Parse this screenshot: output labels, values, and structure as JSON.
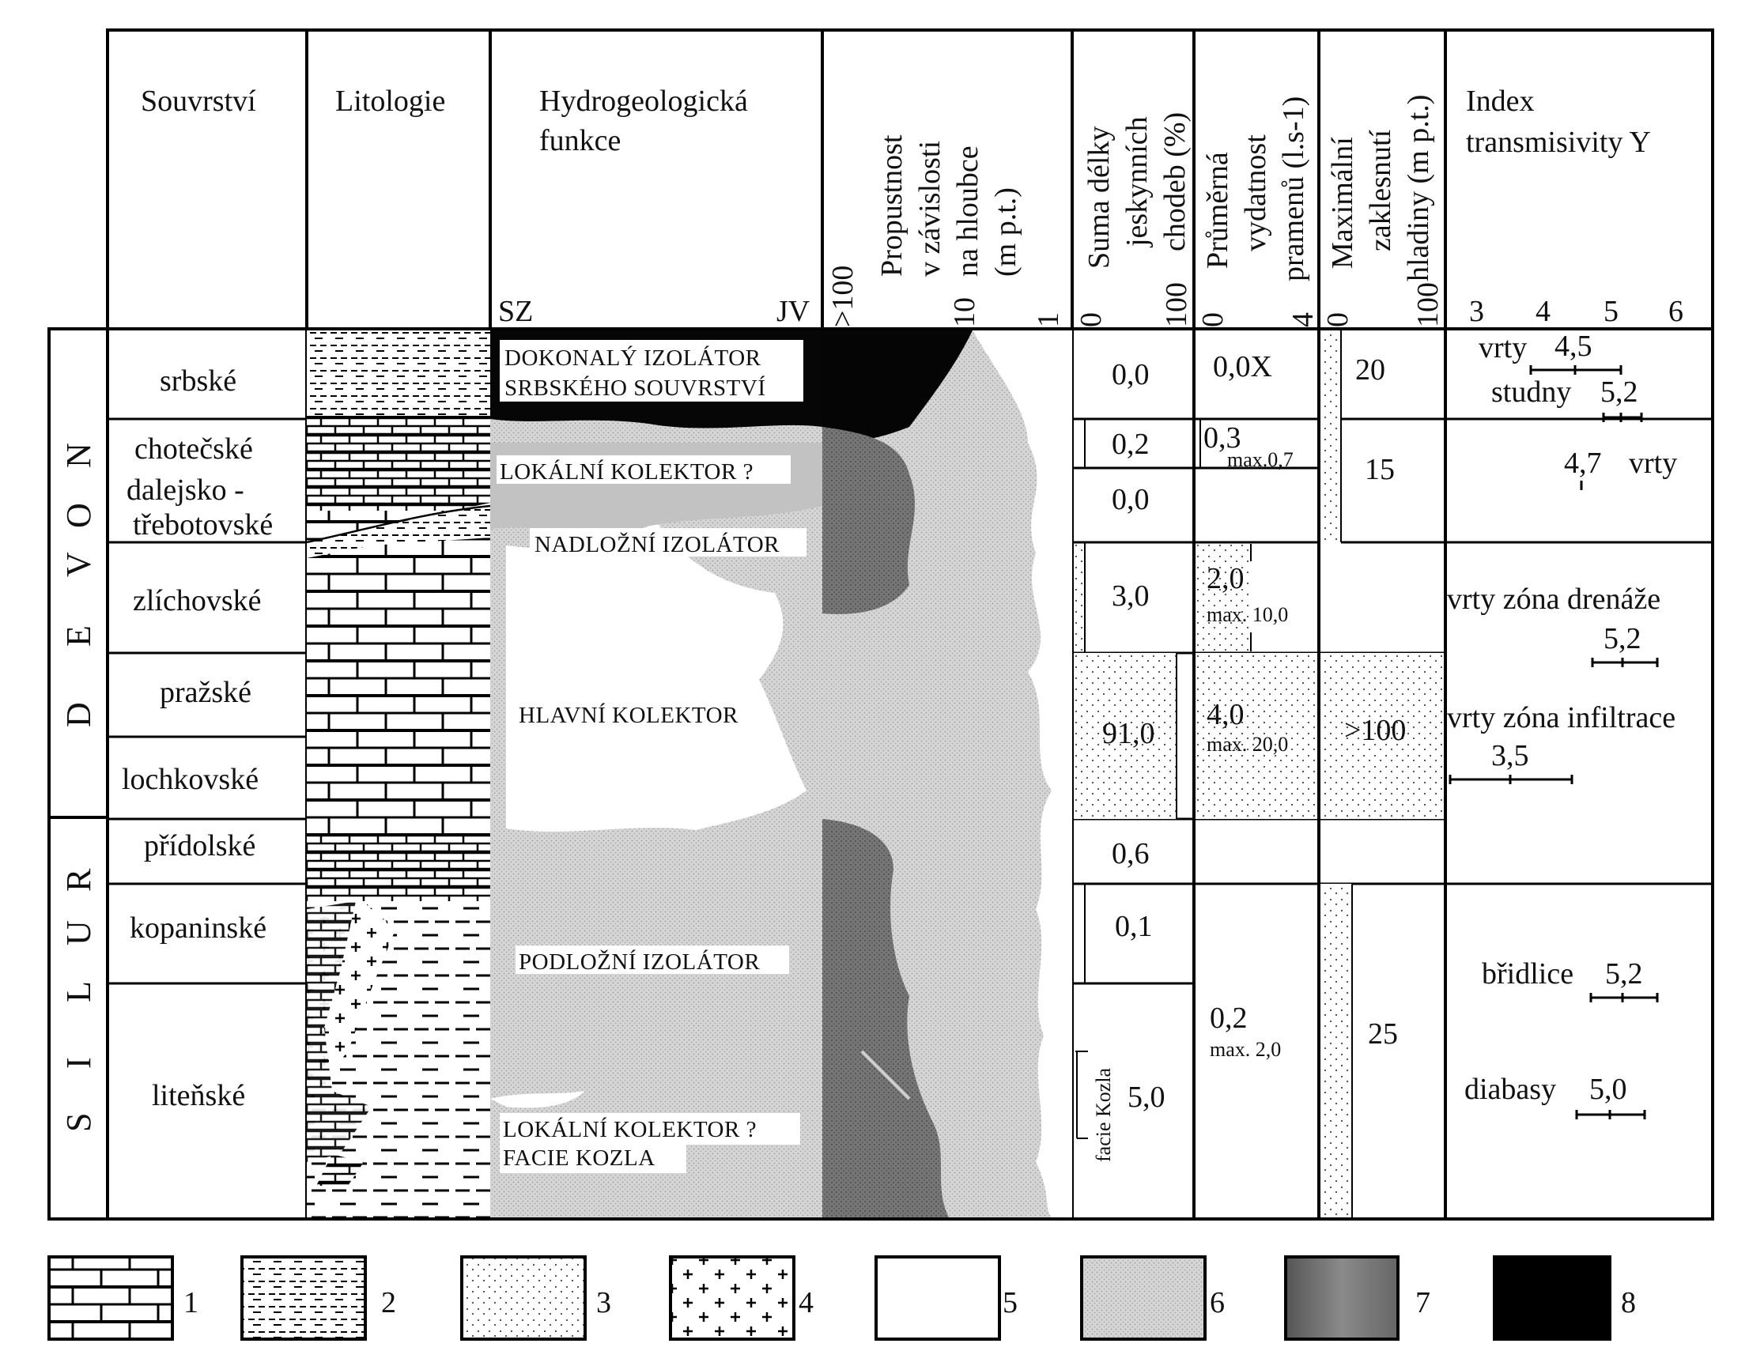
{
  "headers": {
    "souvrstvi": "Souvrství",
    "litologie": "Litologie",
    "hydro_line1": "Hydrogeologická",
    "hydro_line2": "funkce",
    "sz": "SZ",
    "jv": "JV",
    "propustnost": [
      "Propustnost",
      "v závislosti",
      "na hloubce",
      "(m p.t.)"
    ],
    "propustnost_ticks": [
      ">100",
      "10",
      "1"
    ],
    "suma": [
      "Suma délky",
      "jeskynních",
      "chodeb (%)"
    ],
    "suma_ticks": [
      "0",
      "100"
    ],
    "vydatnost": [
      "Průměrná",
      "vydatnost",
      "pramenů (l.s-1)"
    ],
    "vydatnost_ticks": [
      "0",
      "4"
    ],
    "zaklesnuti": [
      "Maximální",
      "zaklesnutí",
      "hladiny (m p.t.)"
    ],
    "zaklesnuti_ticks": [
      "0",
      "100"
    ],
    "index_line1": "Index",
    "index_line2": "transmisivity Y",
    "index_ticks": [
      "3",
      "4",
      "5",
      "6"
    ]
  },
  "eras": {
    "devon": [
      "D",
      "E",
      "V",
      "O",
      "N"
    ],
    "silur": [
      "S",
      "I",
      "L",
      "U",
      "R"
    ]
  },
  "formations": [
    "srbské",
    "chotečské",
    "dalejsko -",
    "třebotovské",
    "zlíchovské",
    "pražské",
    "lochkovské",
    "přídolské",
    "kopaninské",
    "liteňské"
  ],
  "functions": {
    "f1a": "DOKONALÝ IZOLÁTOR",
    "f1b": "SRBSKÉHO SOUVRSTVÍ",
    "f2": "LOKÁLNÍ KOLEKTOR ?",
    "f3": "NADLOŽNÍ IZOLÁTOR",
    "f4": "HLAVNÍ KOLEKTOR",
    "f5": "PODLOŽNÍ IZOLÁTOR",
    "f6a": "LOKÁLNÍ KOLEKTOR ?",
    "f6b": "FACIE KOZLA"
  },
  "suma_values": {
    "v1": "0,0",
    "v2": "0,2",
    "v3": "0,0",
    "v4": "3,0",
    "v5": "91,0",
    "v6": "0,6",
    "v7": "0,1",
    "v8": "5,0",
    "facie": "facie Kozla"
  },
  "vydatnost_values": {
    "v1": "0,0X",
    "v2": "0,3",
    "v2max": "max.0,7",
    "v3": "2,0",
    "v3max": "max. 10,0",
    "v4": "4,0",
    "v4max": "max. 20,0",
    "v5": "0,2",
    "v5max": "max. 2,0"
  },
  "zaklesnuti_values": {
    "v1": "20",
    "v2": "15",
    "v3": ">100",
    "v4": "25"
  },
  "index_values": {
    "vrty1": "vrty",
    "vrty1_val": "4,5",
    "studny": "studny",
    "studny_val": "5,2",
    "v47": "4,7",
    "vrty2": "vrty",
    "drenaze": "vrty zóna drenáže",
    "drenaze_val": "5,2",
    "infiltrace": "vrty zóna infiltrace",
    "infiltrace_val": "3,5",
    "bridlice": "břidlice",
    "bridlice_val": "5,2",
    "diabasy": "diabasy",
    "diabasy_val": "5,0"
  },
  "legend": [
    "1",
    "2",
    "3",
    "4",
    "5",
    "6",
    "7",
    "8"
  ]
}
